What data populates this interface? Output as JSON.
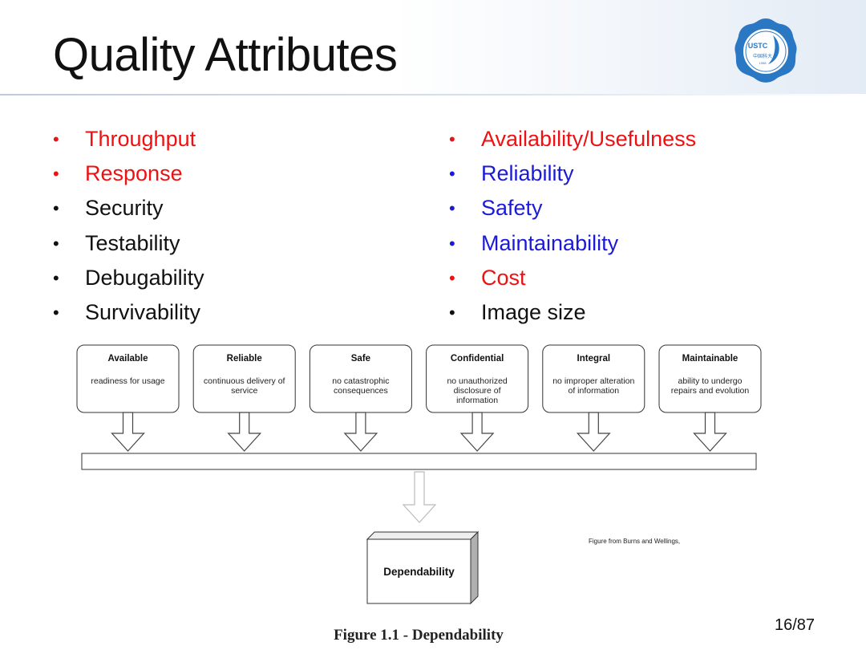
{
  "slide": {
    "title": "Quality Attributes",
    "page": "16/87",
    "credit": "Figure from Burns and Wellings,",
    "caption": "Figure 1.1 - Dependability",
    "bullet_symbol": "•"
  },
  "colors": {
    "red": "#ee1111",
    "blue": "#1a1ad8",
    "black": "#111111",
    "logo_blue": "#2a77c4"
  },
  "logo": {
    "text": "USTC",
    "subtext": "中国科大",
    "year": "1958"
  },
  "left_items": [
    {
      "label": "Throughput",
      "color": "red"
    },
    {
      "label": "Response",
      "color": "red"
    },
    {
      "label": "Security",
      "color": "black"
    },
    {
      "label": "Testability",
      "color": "black"
    },
    {
      "label": "Debugability",
      "color": "black"
    },
    {
      "label": "Survivability",
      "color": "black"
    }
  ],
  "right_items": [
    {
      "label": "Availability/Usefulness",
      "color": "red"
    },
    {
      "label": "Reliability",
      "color": "blue"
    },
    {
      "label": "Safety",
      "color": "blue"
    },
    {
      "label": "Maintainability",
      "color": "blue"
    },
    {
      "label": "Cost",
      "color": "red"
    },
    {
      "label": "Image size",
      "color": "black"
    }
  ],
  "diagram": {
    "boxes": [
      {
        "title": "Available",
        "desc": [
          "readiness for usage"
        ]
      },
      {
        "title": "Reliable",
        "desc": [
          "continuous delivery of",
          "service"
        ]
      },
      {
        "title": "Safe",
        "desc": [
          "no catastrophic",
          "consequences"
        ]
      },
      {
        "title": "Confidential",
        "desc": [
          "no unauthorized",
          "disclosure of",
          "information"
        ]
      },
      {
        "title": "Integral",
        "desc": [
          "no improper alteration",
          "of information"
        ]
      },
      {
        "title": "Maintainable",
        "desc": [
          "ability to undergo",
          "repairs and evolution"
        ]
      }
    ],
    "result": "Dependability"
  }
}
